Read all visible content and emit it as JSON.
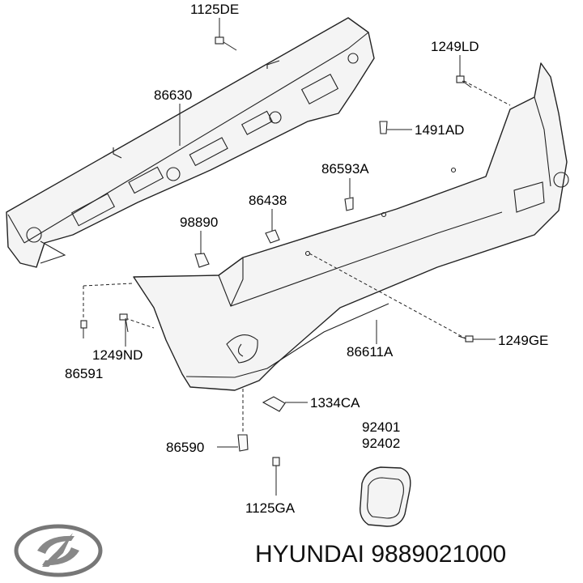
{
  "labels": {
    "p1125DE": "1125DE",
    "p86630": "86630",
    "p1249LD": "1249LD",
    "p1491AD": "1491AD",
    "p86593A": "86593A",
    "p86438": "86438",
    "p98890": "98890",
    "p1249ND": "1249ND",
    "p86591": "86591",
    "p86611A": "86611A",
    "p1249GE": "1249GE",
    "p1334CA": "1334CA",
    "p92401": "92401",
    "p92402": "92402",
    "p86590": "86590",
    "p1125GA": "1125GA"
  },
  "brand": {
    "logo": "hyundai-logo",
    "caption": "HYUNDAI 9889021000"
  }
}
